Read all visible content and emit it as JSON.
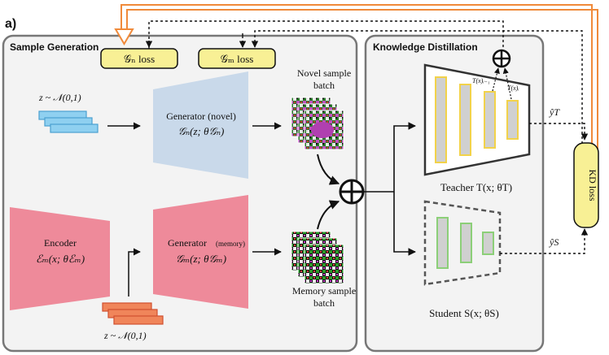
{
  "figure_label": "a)",
  "panels": {
    "sample_generation": {
      "title": "Sample Generation"
    },
    "knowledge_distillation": {
      "title": "Knowledge Distillation"
    }
  },
  "losses": {
    "gn_loss": "𝒢ₙ loss",
    "gm_loss": "𝒢ₘ loss",
    "kd_loss": "KD loss"
  },
  "noise_novel": "z ~ 𝒩(0,1)",
  "noise_memory": "z ~ 𝒩(0,1)",
  "generator_novel": {
    "label": "Generator (novel)",
    "formula": "𝒢ₙ(z; θ𝒢ₙ)"
  },
  "encoder": {
    "label": "Encoder",
    "formula": "ℰₘ(x; θℰₘ)"
  },
  "generator_memory": {
    "label": "Generator",
    "sub": "(memory)",
    "formula": "𝒢ₘ(z; θ𝒢ₘ)"
  },
  "novel_batch": {
    "line1": "Novel sample",
    "line2": "batch"
  },
  "memory_batch": {
    "line1": "Memory sample",
    "line2": "batch"
  },
  "teacher": {
    "label": "Teacher T(x; θT)"
  },
  "student": {
    "label": "Student S(x; θS)"
  },
  "teacher_features": {
    "f1": "T(x)ᵢ₋₁",
    "f2": "T(x)ᵢ"
  },
  "outputs": {
    "y_teacher": "ŷT",
    "y_student": "ŷS"
  },
  "colors": {
    "panel_bg": "#f3f3f3",
    "panel_border": "#777777",
    "loss_fill": "#f8f095",
    "novel_gen": "#c9d9ea",
    "memory_gen": "#ee8a9a",
    "orange": "#f08a3a",
    "blue_stack": "#8fd0f0",
    "red_stack": "#f0855a",
    "teacher_bar": "#f2d24a",
    "student_bar": "#8ccf78"
  }
}
